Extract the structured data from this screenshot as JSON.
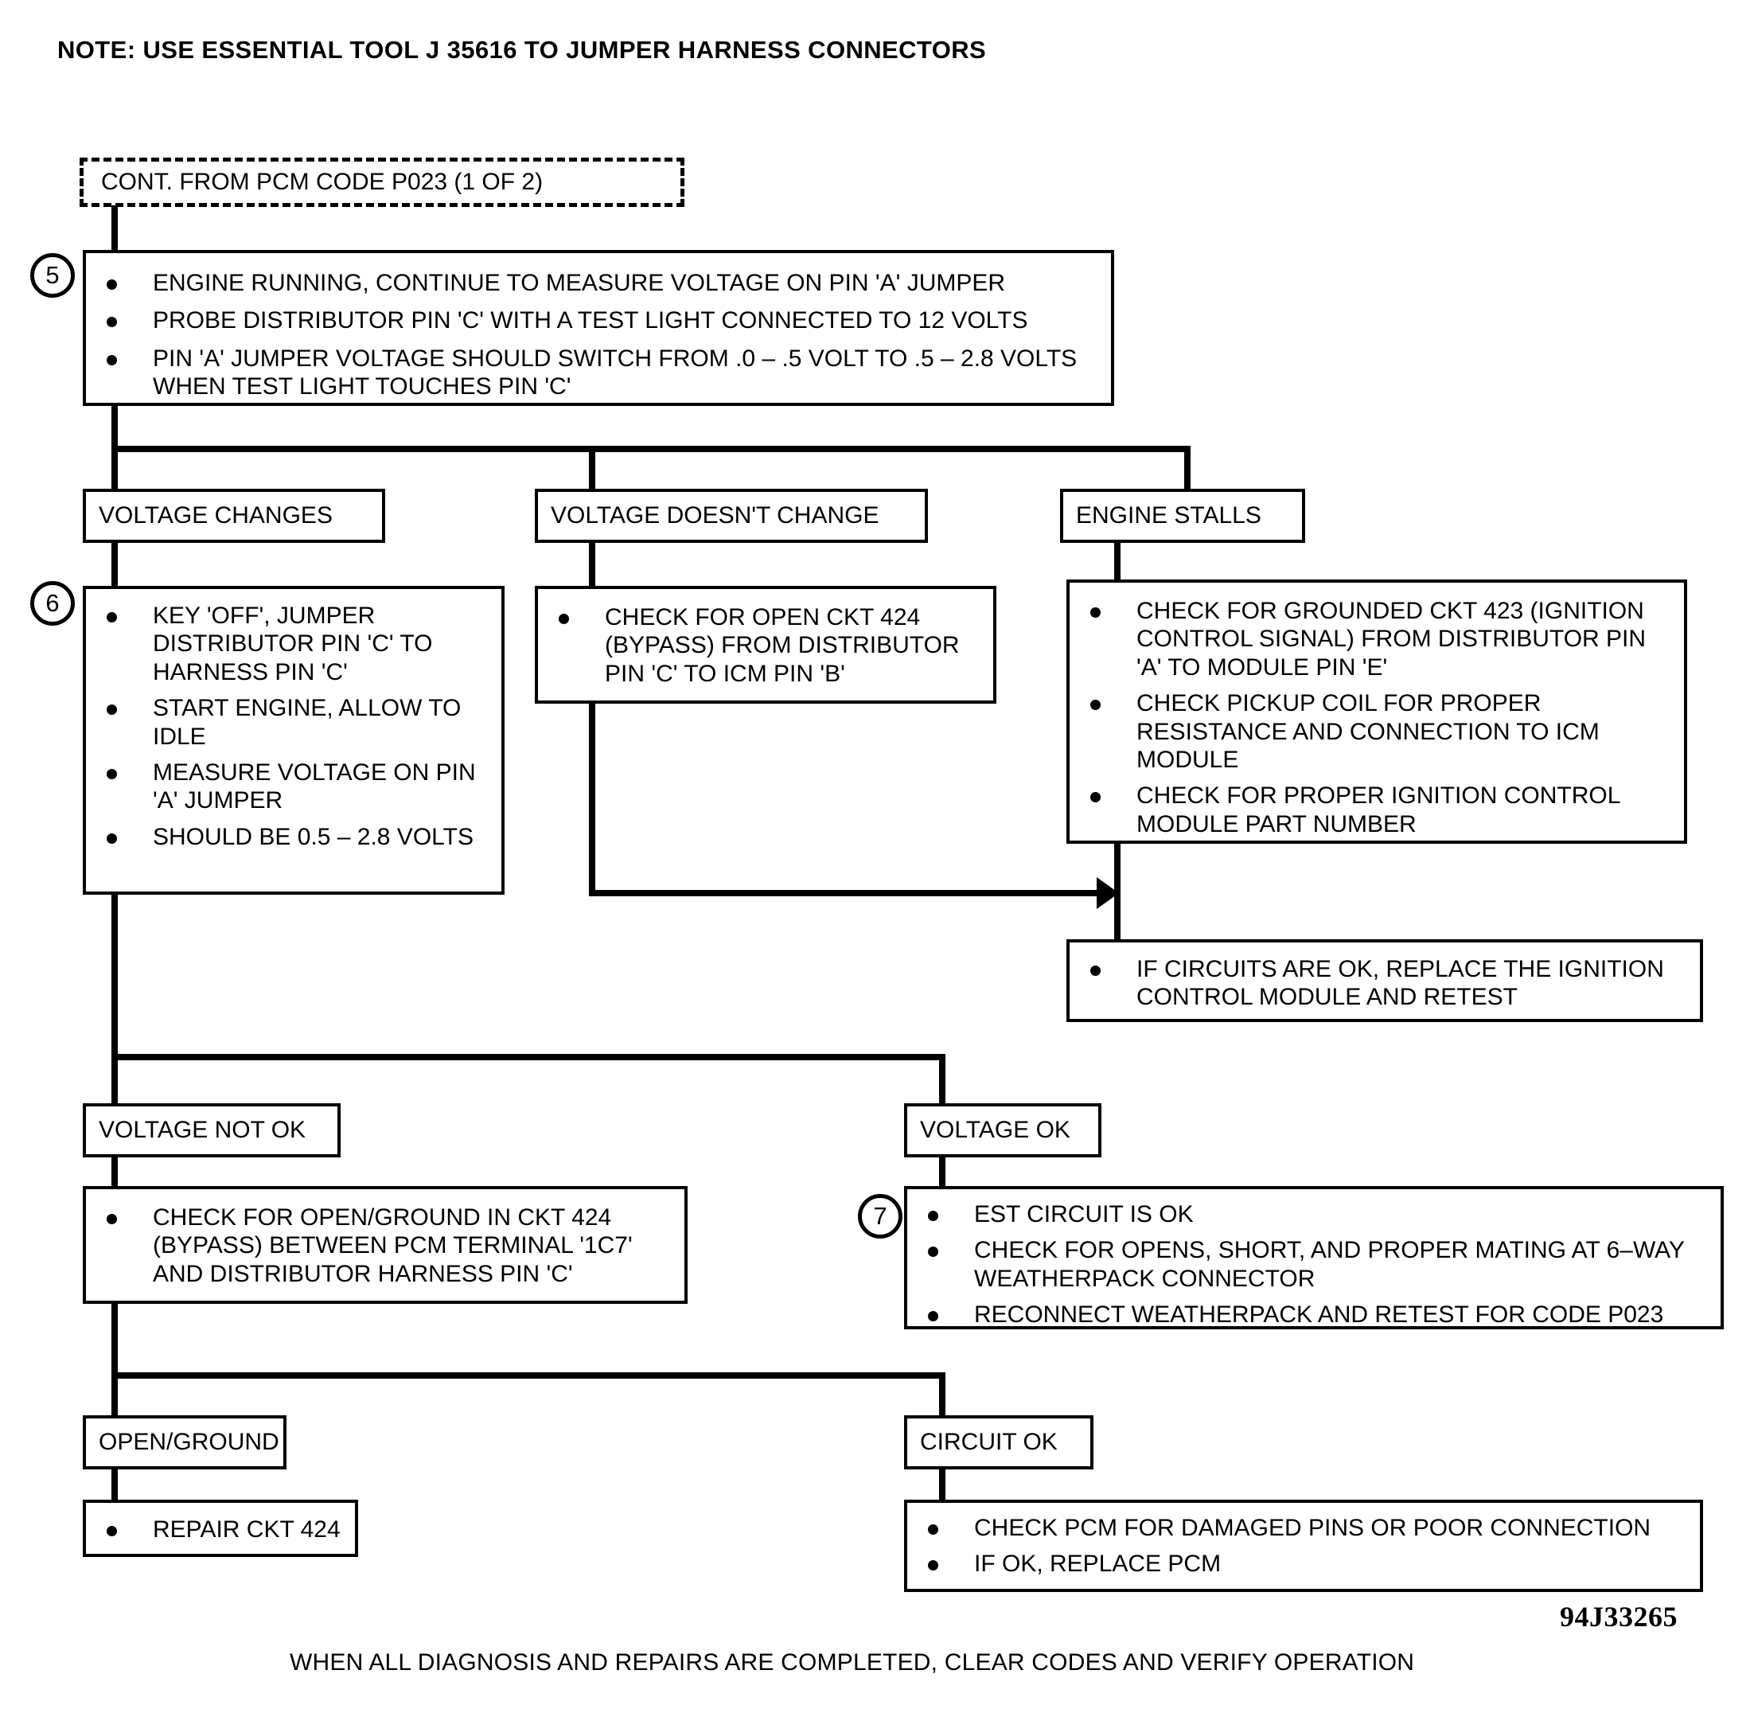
{
  "note": {
    "title": "NOTE:  USE ESSENTIAL TOOL J  35616 TO JUMPER HARNESS CONNECTORS"
  },
  "entry": {
    "label": "CONT. FROM PCM CODE P023 (1 OF 2)"
  },
  "steps": {
    "five": "5",
    "six": "6",
    "seven": "7"
  },
  "step5": {
    "bullets": [
      "ENGINE RUNNING, CONTINUE TO MEASURE VOLTAGE ON PIN 'A' JUMPER",
      "PROBE DISTRIBUTOR PIN 'C' WITH A TEST LIGHT CONNECTED TO 12 VOLTS",
      "PIN 'A' JUMPER VOLTAGE SHOULD SWITCH FROM .0 – .5 VOLT TO .5 – 2.8 VOLTS WHEN TEST LIGHT TOUCHES PIN 'C'"
    ]
  },
  "branch1": {
    "voltage_changes": "VOLTAGE CHANGES",
    "voltage_doesnt_change": "VOLTAGE DOESN'T CHANGE",
    "engine_stalls": "ENGINE STALLS"
  },
  "step6": {
    "bullets": [
      "KEY 'OFF', JUMPER DISTRIBUTOR PIN 'C' TO HARNESS PIN 'C'",
      "START ENGINE, ALLOW TO IDLE",
      "MEASURE VOLTAGE ON PIN 'A' JUMPER",
      "SHOULD BE 0.5 – 2.8 VOLTS"
    ]
  },
  "open_ckt424": {
    "bullets": [
      "CHECK FOR OPEN CKT 424 (BYPASS) FROM DISTRIBUTOR PIN 'C' TO ICM PIN 'B'"
    ]
  },
  "stalls_checks": {
    "bullets": [
      "CHECK FOR GROUNDED CKT 423 (IGNITION CONTROL SIGNAL) FROM DISTRIBUTOR PIN 'A' TO MODULE PIN 'E'",
      "CHECK PICKUP COIL FOR PROPER RESISTANCE AND CONNECTION TO ICM MODULE",
      "CHECK FOR PROPER IGNITION CONTROL MODULE PART NUMBER"
    ]
  },
  "replace_icm": {
    "bullets": [
      "IF CIRCUITS ARE OK, REPLACE THE IGNITION CONTROL MODULE AND RETEST"
    ]
  },
  "branch2": {
    "voltage_not_ok": "VOLTAGE NOT OK",
    "voltage_ok": "VOLTAGE OK"
  },
  "check_open_ground": {
    "bullets": [
      "CHECK FOR OPEN/GROUND IN CKT 424 (BYPASS) BETWEEN PCM TERMINAL '1C7' AND DISTRIBUTOR HARNESS PIN 'C'"
    ]
  },
  "step7": {
    "bullets": [
      "EST CIRCUIT IS OK",
      "CHECK FOR OPENS, SHORT, AND PROPER MATING AT 6–WAY WEATHERPACK CONNECTOR",
      "RECONNECT WEATHERPACK AND RETEST FOR CODE P023"
    ]
  },
  "branch3": {
    "open_ground": "OPEN/GROUND",
    "circuit_ok": "CIRCUIT OK"
  },
  "repair": {
    "bullets": [
      "REPAIR CKT 424"
    ]
  },
  "pcm_final": {
    "bullets": [
      "CHECK PCM FOR DAMAGED PINS OR POOR CONNECTION",
      "IF OK,  REPLACE PCM"
    ]
  },
  "footer": {
    "doc_code": "94J33265",
    "caption": "WHEN ALL DIAGNOSIS AND REPAIRS ARE COMPLETED, CLEAR CODES AND VERIFY OPERATION"
  },
  "colors": {
    "ink": "#000000",
    "paper": "#ffffff"
  }
}
